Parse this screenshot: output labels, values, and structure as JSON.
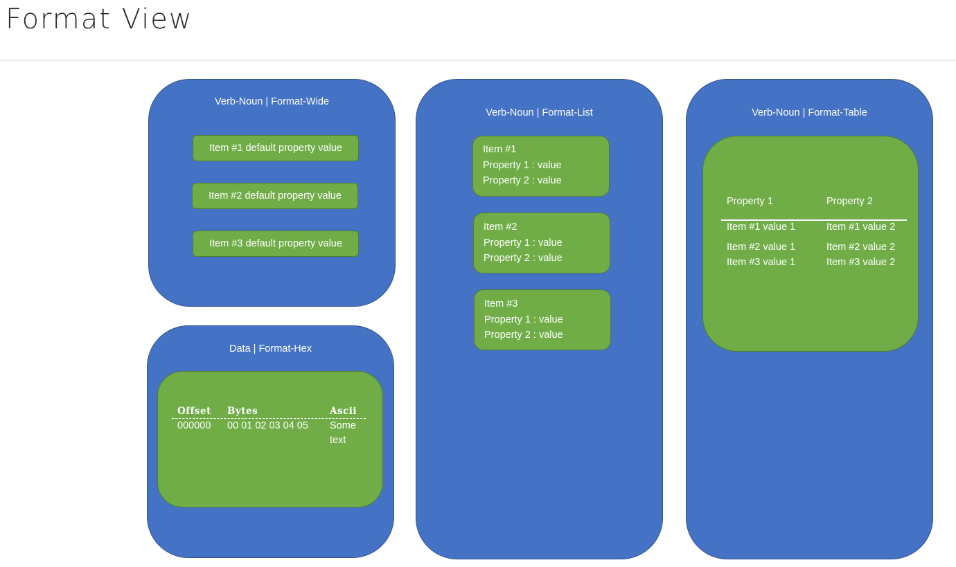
{
  "page": {
    "title": "Format View"
  },
  "format_wide": {
    "title": "Verb-Noun | Format-Wide",
    "items": [
      "Item #1 default property value",
      "Item #2 default property value",
      "Item #3 default property value"
    ]
  },
  "format_list": {
    "title": "Verb-Noun | Format-List",
    "items": [
      {
        "name": "Item #1",
        "prop1": "Property 1 : value",
        "prop2": "Property 2 : value"
      },
      {
        "name": "Item #2",
        "prop1": "Property 1 : value",
        "prop2": "Property 2 : value"
      },
      {
        "name": "Item #3",
        "prop1": "Property 1 : value",
        "prop2": "Property 2 : value"
      }
    ]
  },
  "format_table": {
    "title": "Verb-Noun | Format-Table",
    "headers": [
      "Property 1",
      "Property 2"
    ],
    "rows": [
      [
        "Item #1 value 1",
        "Item #1 value 2"
      ],
      [
        "Item #2 value 1",
        "Item #2 value 2"
      ],
      [
        "Item #3 value 1",
        "Item #3 value 2"
      ]
    ]
  },
  "format_hex": {
    "title": "Data | Format-Hex",
    "headers": {
      "offset": "Offset",
      "bytes": "Bytes",
      "ascii": "Ascii"
    },
    "row": {
      "offset": "000000",
      "bytes": "00 01 02 03 04 05",
      "ascii_line1": "Some",
      "ascii_line2": "text"
    }
  },
  "colors": {
    "box_fill": "#4472c4",
    "box_border": "#2f528f",
    "panel_fill": "#70ad47",
    "panel_border": "#507e32",
    "text": "#ffffff"
  }
}
